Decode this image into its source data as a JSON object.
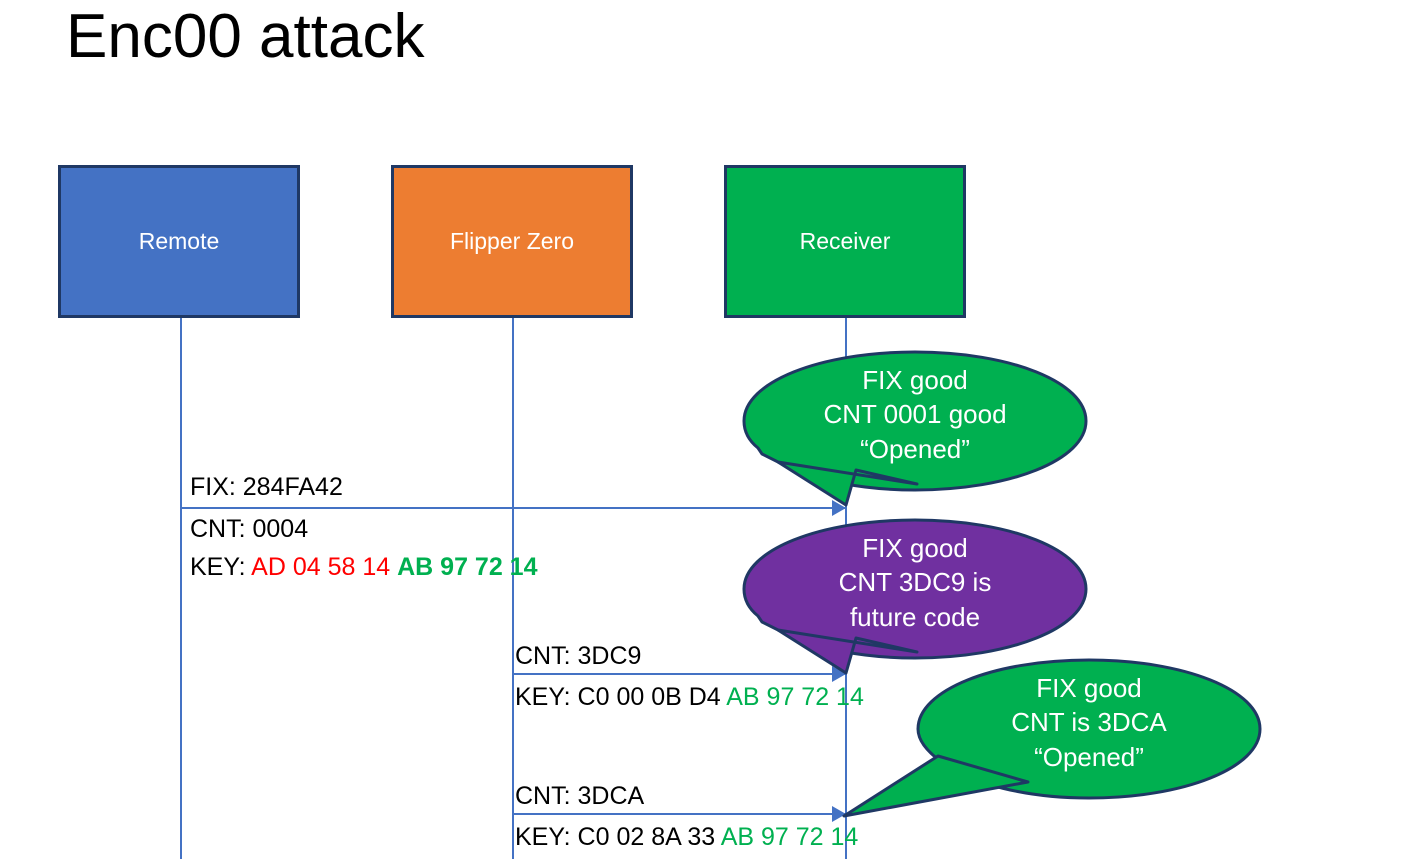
{
  "slide": {
    "title": "Enc00 attack"
  },
  "colors": {
    "remote_box": "#4472C4",
    "flipper_box": "#ED7D31",
    "receiver_box": "#00B050",
    "box_border": "#1F3864",
    "lifeline": "#4472C4",
    "arrow": "#4472C4",
    "callout_good": "#00B050",
    "callout_future": "#7030A0",
    "key_red": "#FF0000",
    "key_green": "#00B050",
    "text_black": "#000000"
  },
  "actors": [
    {
      "id": "remote",
      "label": "Remote"
    },
    {
      "id": "flipper",
      "label": "Flipper Zero"
    },
    {
      "id": "receiver",
      "label": "Receiver"
    }
  ],
  "messages": [
    {
      "id": "msg-1",
      "from": "remote",
      "to": "receiver",
      "line1": "FIX: 284FA42",
      "line2": "CNT: 0004",
      "key_label": "KEY: ",
      "key_red": "AD 04 58 14 ",
      "key_green": "AB 97 72 14"
    },
    {
      "id": "msg-2",
      "from": "flipper",
      "to": "receiver",
      "line1": "CNT: 3DC9",
      "key_label": "KEY: C0 00 0B D4 ",
      "key_green": "AB 97 72 14"
    },
    {
      "id": "msg-3",
      "from": "flipper",
      "to": "receiver",
      "line1": "CNT: 3DCA",
      "key_label": "KEY: C0 02 8A 33 ",
      "key_green": "AB 97 72 14"
    }
  ],
  "callouts": [
    {
      "id": "callout-1",
      "color": "#00B050",
      "line1": "FIX good",
      "line2": "CNT 0001 good",
      "line3": "“Opened”"
    },
    {
      "id": "callout-2",
      "color": "#7030A0",
      "line1": "FIX good",
      "line2": "CNT 3DC9 is",
      "line3": "future code"
    },
    {
      "id": "callout-3",
      "color": "#00B050",
      "line1": "FIX good",
      "line2": "CNT is 3DCA",
      "line3": "“Opened”"
    }
  ]
}
